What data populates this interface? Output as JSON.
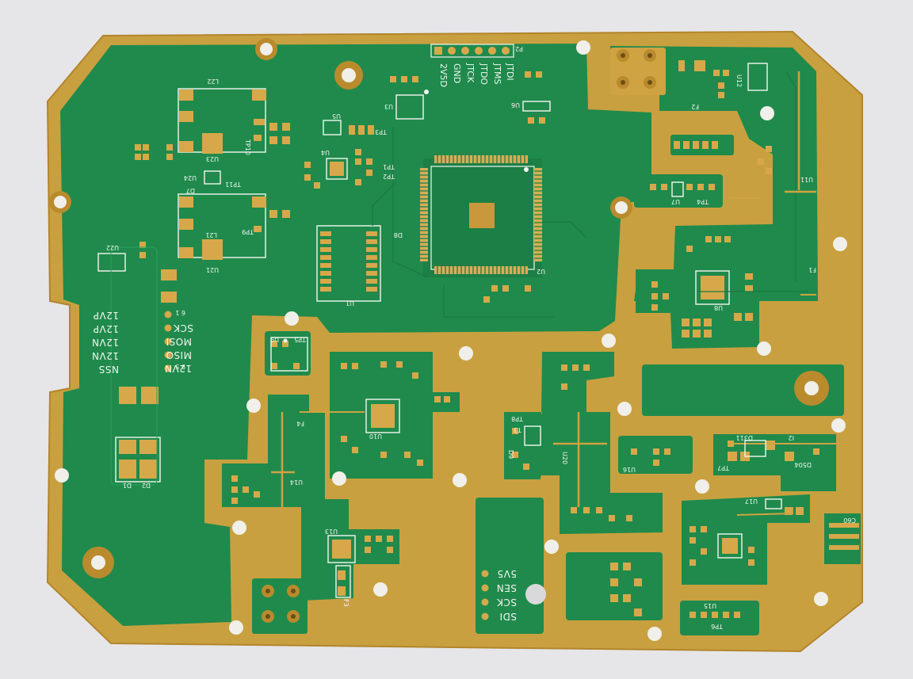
{
  "board": {
    "colors": {
      "background": "#e6e6e8",
      "solder_mask": "#1f8a4c",
      "copper": "#cfa341",
      "silkscreen": "#f4f6f0"
    },
    "header_p2": {
      "label": "P2",
      "pins": [
        "JTDI",
        "JTMS",
        "JTDO",
        "JTCK",
        "GND",
        "2V5D"
      ]
    },
    "spi_header": {
      "pin_labels": [
        "SCK",
        "MOSI",
        "MISO",
        "12VN"
      ],
      "power_labels": [
        "12VP",
        "12VP",
        "12VN",
        "12VN",
        "NSS"
      ],
      "pin_num_top": "6 1",
      "pin_num_bottom": "9 5"
    },
    "sensor_header": {
      "labels": [
        "5V5",
        "SEN",
        "SCK",
        "SDI"
      ]
    },
    "refdes": {
      "u1": "U1",
      "u2": "U2",
      "u3": "U3",
      "u4": "U4",
      "u5": "U5",
      "u6": "U6",
      "u7": "U7",
      "u8": "U8",
      "u9": "U9",
      "u10": "U10",
      "u11": "U11",
      "u12": "U12",
      "u13": "U13",
      "u14": "U14",
      "u15": "U15",
      "u16": "U16",
      "u17": "U17",
      "u20": "U20",
      "u21": "U21",
      "u22": "U22",
      "u23": "U23",
      "u24": "U24",
      "d1": "D1",
      "d2": "D2",
      "d7": "D7",
      "d8": "D8",
      "d9": "D9",
      "d311": "D311",
      "d504": "D504",
      "l21": "L21",
      "l22": "L22",
      "tp1": "TP1",
      "tp2": "TP2",
      "tp3": "TP3",
      "tp4": "TP4",
      "tp5": "TP5",
      "tp6": "TP6",
      "tp7": "TP7",
      "tp8": "TP8",
      "tp9": "TP9",
      "tp10": "TP10",
      "tp11": "TP11",
      "f1": "F1",
      "f2": "F2",
      "f3": "F3",
      "f4": "F4",
      "t3": "T3",
      "i2": "I2",
      "c60": "C60"
    }
  }
}
